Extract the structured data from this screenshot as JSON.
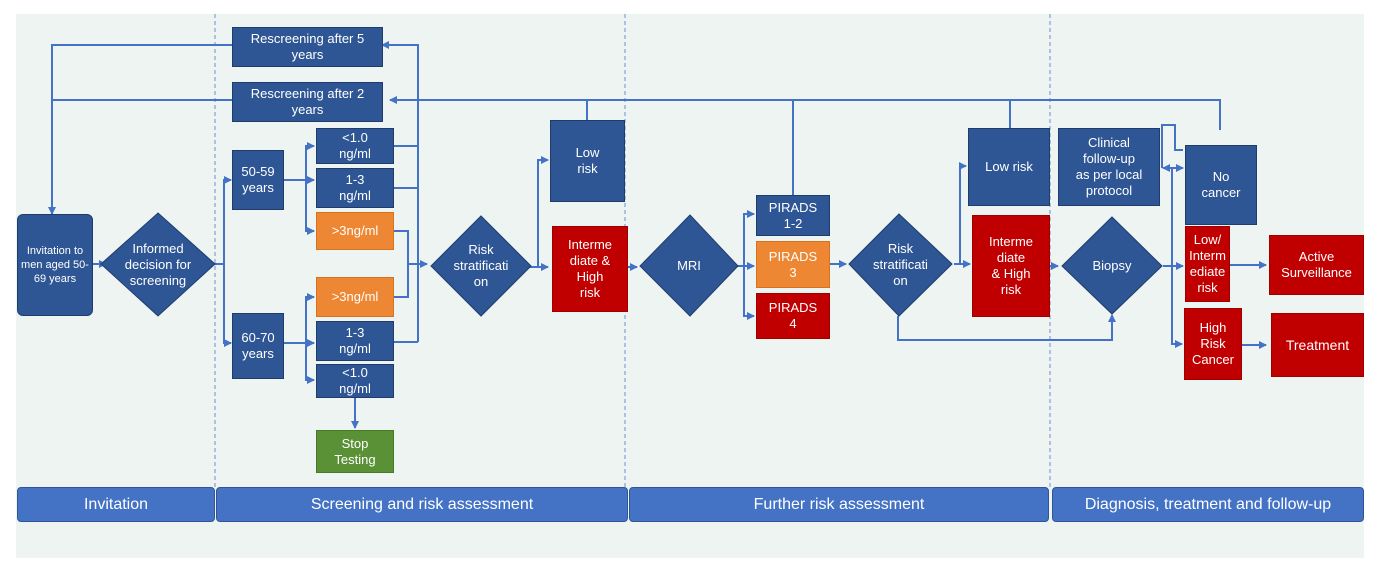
{
  "nodes": {
    "rescreen_5": "Rescreening after 5\nyears",
    "rescreen_2": "Rescreening after 2\nyears",
    "invitation": "Invitation to\nmen aged 50-\n69 years",
    "informed_decision": "Informed\ndecision for\nscreening",
    "age_50_59": "50-59\nyears",
    "age_60_70": "60-70\nyears",
    "psa_lt1_top": "<1.0\nng/ml",
    "psa_1_3_top": "1-3\nng/ml",
    "psa_gt3_top": ">3ng/ml",
    "psa_gt3_bottom": ">3ng/ml",
    "psa_1_3_bottom": "1-3\nng/ml",
    "psa_lt1_bottom": "<1.0\nng/ml",
    "stop_testing": "Stop\nTesting",
    "risk_strat_1": "Risk\nstratificati\non",
    "low_risk_1": "Low\nrisk",
    "int_high_risk_1": "Interme\ndiate &\nHigh\nrisk",
    "mri": "MRI",
    "pirads_12": "PIRADS\n1-2",
    "pirads_3": "PIRADS\n3",
    "pirads_4": "PIRADS\n4",
    "risk_strat_2": "Risk\nstratificati\non",
    "low_risk_2": "Low risk",
    "int_high_risk_2": "Interme\ndiate\n& High\nrisk",
    "clinical_followup": "Clinical\nfollow-up\nas per local\nprotocol",
    "no_cancer": "No\ncancer",
    "biopsy": "Biopsy",
    "low_int_risk": "Low/\nInterm\nediate\nrisk",
    "high_risk_cancer": "High\nRisk\nCancer",
    "active_surveillance": "Active\nSurveillance",
    "treatment": "Treatment"
  },
  "phases": [
    "Invitation",
    "Screening and risk assessment",
    "Further risk assessment",
    "Diagnosis, treatment and follow-up"
  ],
  "colors": {
    "blue": "#2e5594",
    "orange": "#ee8733",
    "red": "#c00000",
    "green": "#5a9136",
    "connector": "#4472c4",
    "phase_bar": "#4472c4"
  }
}
